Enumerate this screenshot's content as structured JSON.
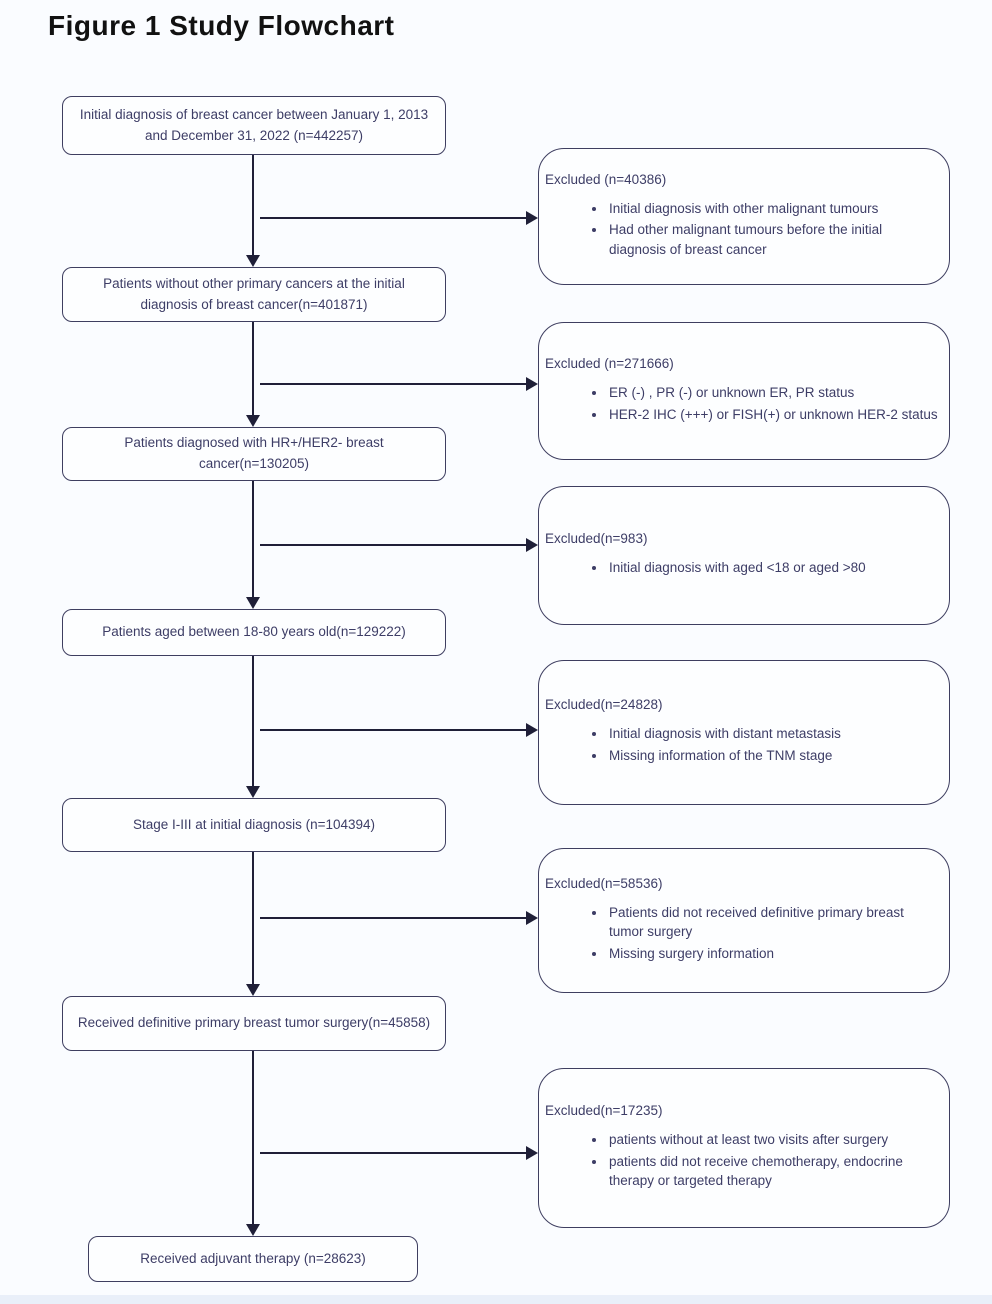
{
  "title": "Figure 1 Study Flowchart",
  "flow": {
    "main_boxes": [
      {
        "text": "Initial diagnosis of breast cancer between January 1, 2013 and December 31, 2022  (n=442257)"
      },
      {
        "text": "Patients without other primary cancers  at the initial diagnosis of breast cancer(n=401871)"
      },
      {
        "text": "Patients diagnosed with HR+/HER2- breast cancer(n=130205)"
      },
      {
        "text": "Patients aged between 18-80 years old(n=129222)"
      },
      {
        "text": "Stage I-III at initial diagnosis (n=104394)"
      },
      {
        "text": "Received definitive primary breast tumor surgery(n=45858)"
      },
      {
        "text": "Received adjuvant therapy  (n=28623)"
      }
    ],
    "excluded": [
      {
        "header": "Excluded (n=40386)",
        "bullets": [
          "Initial diagnosis with other malignant tumours",
          "Had other malignant tumours before the initial diagnosis of breast cancer"
        ]
      },
      {
        "header": "Excluded (n=271666)",
        "bullets": [
          "ER (-) , PR (-) or unknown ER, PR status",
          "HER-2 IHC (+++) or FISH(+) or unknown HER-2 status"
        ]
      },
      {
        "header": "Excluded(n=983)",
        "bullets": [
          "Initial diagnosis with aged <18 or aged >80"
        ]
      },
      {
        "header": "Excluded(n=24828)",
        "bullets": [
          "Initial diagnosis with distant metastasis",
          "Missing information of the TNM stage"
        ]
      },
      {
        "header": "Excluded(n=58536)",
        "bullets": [
          "Patients did not received definitive primary breast tumor surgery",
          "Missing surgery information"
        ]
      },
      {
        "header": "Excluded(n=17235)",
        "bullets": [
          "patients without at least two visits after surgery",
          "patients did not receive chemotherapy,  endocrine therapy or targeted therapy"
        ]
      }
    ]
  },
  "colors": {
    "bg": "#fafcff",
    "box-border": "#3e3e60",
    "box-text": "#3d3d66",
    "arrow": "#1f1f38",
    "title": "#111111",
    "footer": "#e9eff9"
  }
}
